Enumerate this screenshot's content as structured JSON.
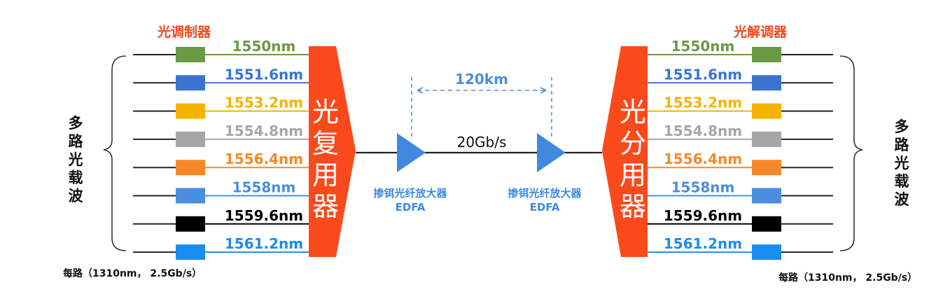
{
  "left": {
    "modulator_label": "光调制器",
    "mux_label": [
      "光",
      "复",
      "用",
      "器"
    ],
    "side_label": [
      "多",
      "路",
      "光",
      "载",
      "波"
    ],
    "footnote": "每路（1310nm， 2.5Gb/s）"
  },
  "right": {
    "demodulator_label": "光解调器",
    "demux_label": [
      "光",
      "分",
      "用",
      "器"
    ],
    "side_label": [
      "多",
      "路",
      "光",
      "载",
      "波"
    ],
    "footnote": "每路（1310nm， 2.5Gb/s）"
  },
  "channels": [
    {
      "wavelength": "1550nm",
      "color": "#6b9a45"
    },
    {
      "wavelength": "1551.6nm",
      "color": "#3a74d0"
    },
    {
      "wavelength": "1553.2nm",
      "color": "#f5b300"
    },
    {
      "wavelength": "1554.8nm",
      "color": "#a6a6a6"
    },
    {
      "wavelength": "1556.4nm",
      "color": "#f5892a"
    },
    {
      "wavelength": "1558nm",
      "color": "#4a8fde"
    },
    {
      "wavelength": "1559.6nm",
      "color": "#000000"
    },
    {
      "wavelength": "1561.2nm",
      "color": "#1a8cf0"
    }
  ],
  "link": {
    "bitrate": "20Gb/s",
    "span": "120km",
    "amplifier_name": "掺铒光纤放大器",
    "amplifier_abbr": "EDFA"
  },
  "colors": {
    "mux_fill": "#fa4a1c",
    "amplifier_fill": "#3f8ae0",
    "label_red": "#f04a1c",
    "span_color": "#4a90d9"
  }
}
